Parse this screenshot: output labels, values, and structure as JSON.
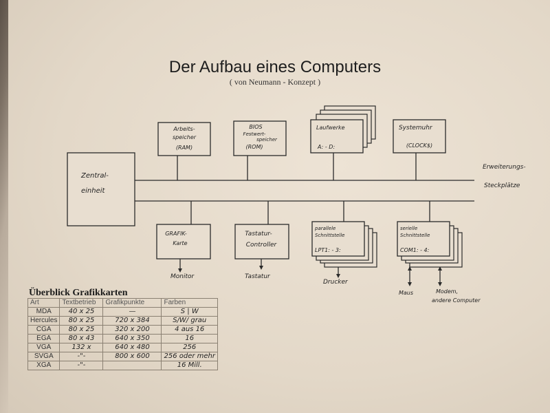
{
  "header": {
    "title": "Der Aufbau eines Computers",
    "subtitle": "( von Neumann - Konzept )"
  },
  "diagram": {
    "cpu": [
      "Zentral-",
      "einheit"
    ],
    "top_blocks": {
      "ram": [
        "Arbeits-",
        "speicher",
        "(RAM)"
      ],
      "bios": [
        "BIOS",
        "Festwert-",
        "speicher",
        "(ROM)"
      ],
      "drives": [
        "Laufwerke",
        "A: - D:"
      ],
      "clock": [
        "Systemuhr",
        "(CLOCK$)"
      ]
    },
    "bottom_blocks": {
      "graphics": [
        "GRAFIK-",
        "Karte"
      ],
      "keyboard": [
        "Tastatur-",
        "Controller"
      ],
      "parallel": [
        "parallele",
        "Schnittstelle",
        "LPT1: - 3:"
      ],
      "serial": [
        "serielle",
        "Schnittstelle",
        "COM1: - 4:"
      ]
    },
    "expansion": [
      "Erweiterungs-",
      "Steckplätze"
    ],
    "outputs": {
      "monitor": "Monitor",
      "keyboard": "Tastatur",
      "printer": "Drucker",
      "mouse": "Maus",
      "modem": [
        "Modem,",
        "andere Computer"
      ]
    }
  },
  "table": {
    "title": "Überblick Grafikkarten",
    "headers": [
      "Art",
      "Textbetrieb",
      "Grafikpunkte",
      "Farben"
    ],
    "rows": [
      [
        "MDA",
        "40 x 25",
        "—",
        "S | W"
      ],
      [
        "Hercules",
        "80 x 25",
        "720 x 384",
        "S/W/ grau"
      ],
      [
        "CGA",
        "80 x 25",
        "320 x 200",
        "4 aus 16"
      ],
      [
        "EGA",
        "80 x 43",
        "640 x 350",
        "16"
      ],
      [
        "VGA",
        "132 x",
        "640 x 480",
        "256"
      ],
      [
        "SVGA",
        "-\"-",
        "800 x 600",
        "256 oder mehr"
      ],
      [
        "XGA",
        "-\"-",
        "",
        "16 Mill."
      ]
    ]
  }
}
